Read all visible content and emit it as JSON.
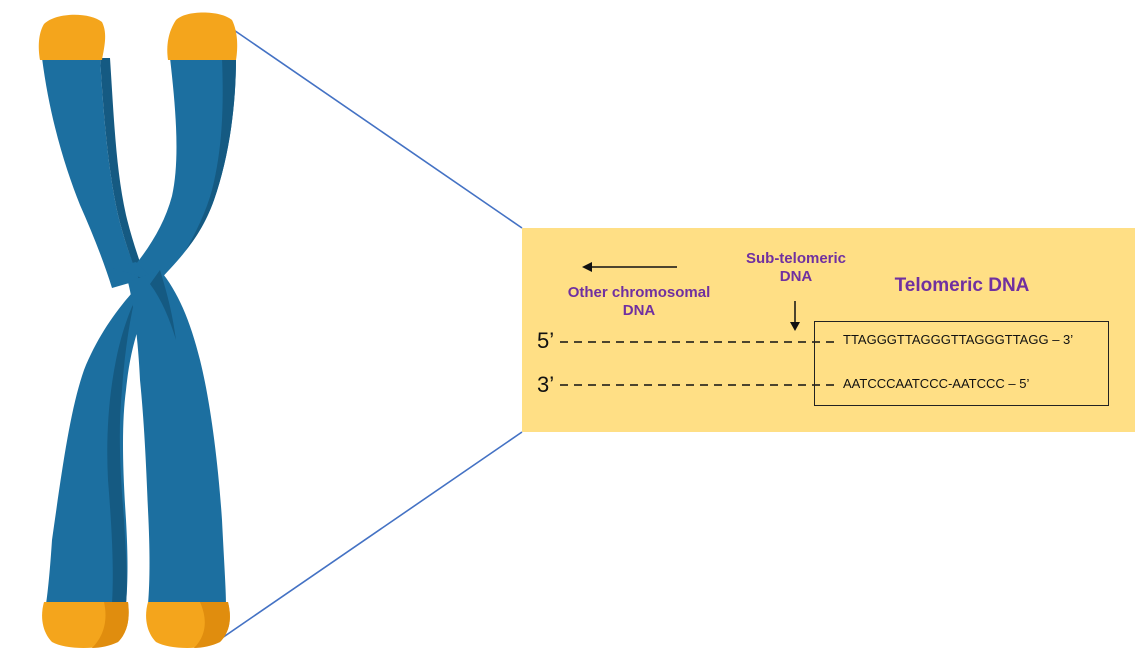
{
  "diagram": {
    "labels": {
      "sub_telomeric": "Sub-telomeric DNA",
      "other_chromosomal": "Other chromosomal DNA",
      "telomeric": "Telomeric DNA"
    },
    "strands": {
      "top_end": "5’",
      "bottom_end": "3’",
      "top_sequence": "TTAGGGTTAGGGTTAGGGTTAGG – 3’",
      "bottom_sequence": "AATCCCAATCCC-AATCCC – 5’"
    },
    "colors": {
      "chromatid": "#1c6fa0",
      "chromatid_shadow": "#155a82",
      "telomere_cap": "#f4a51c",
      "telomere_cap_shadow": "#e08d0e",
      "panel_bg": "#ffdf85",
      "zoom_lines": "#4472c4",
      "label_purple": "#7030a0"
    }
  }
}
